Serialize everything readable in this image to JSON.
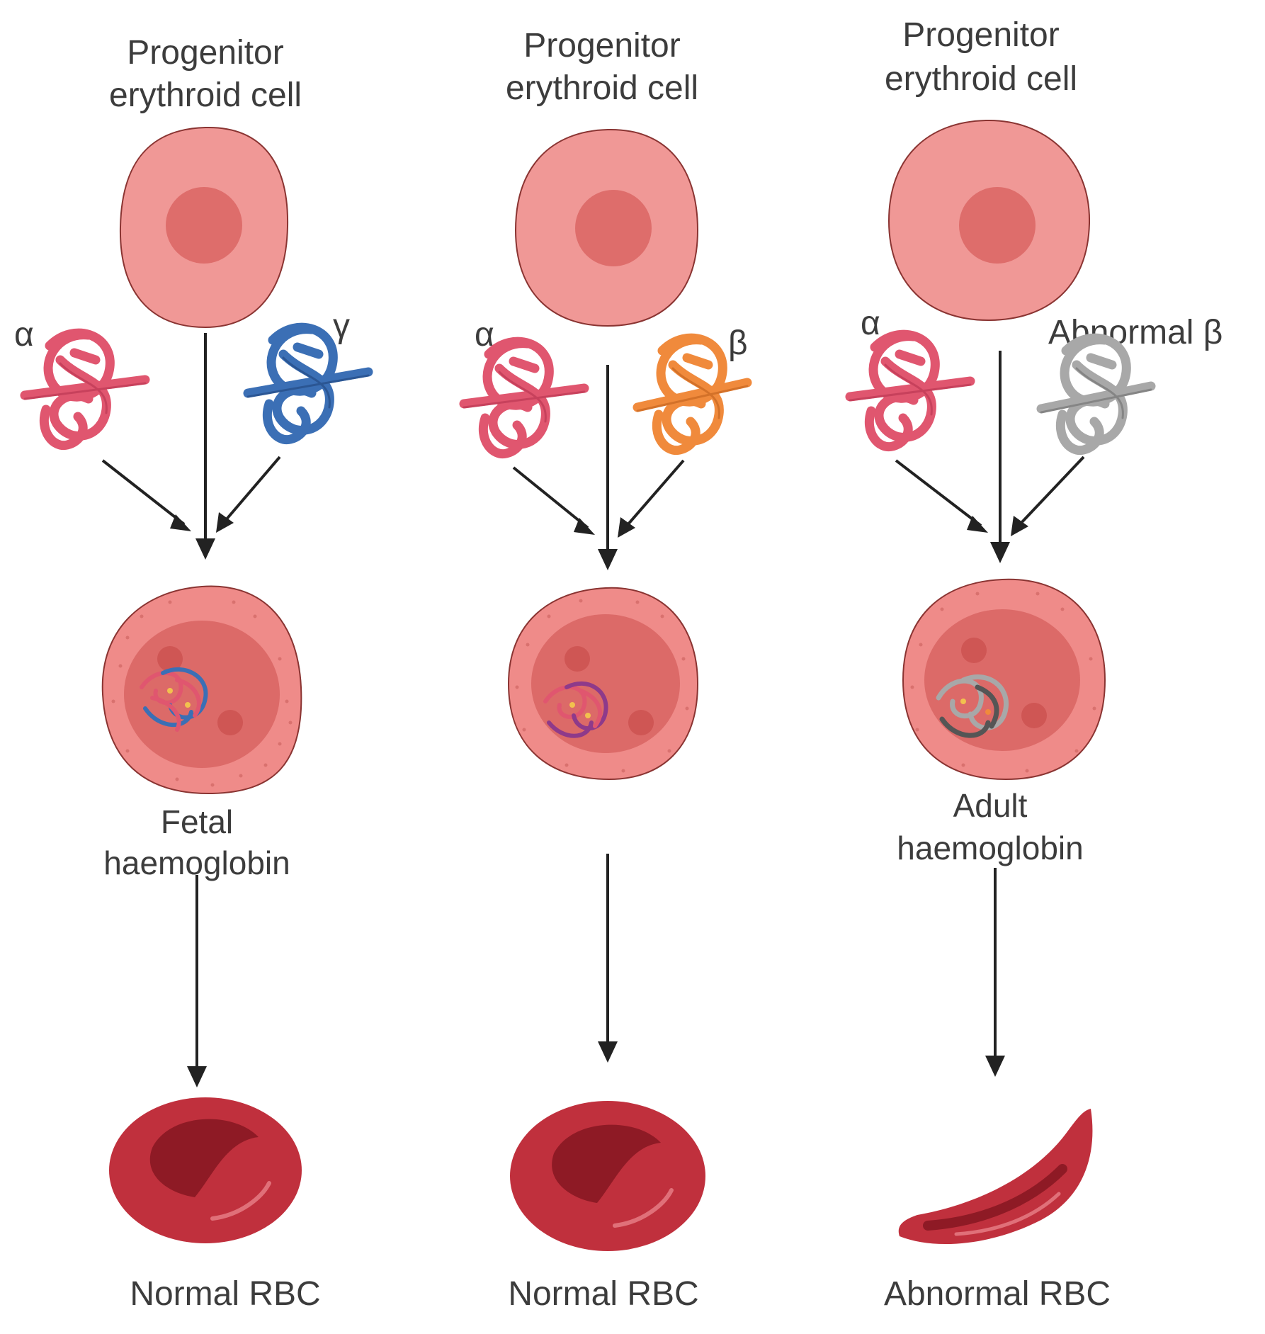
{
  "columns": [
    {
      "title_line1": "Progenitor",
      "title_line2": "erythroid cell",
      "left_chain": "α",
      "right_chain": "γ",
      "haemoglobin_line1": "Fetal",
      "haemoglobin_line2": "haemoglobin",
      "result": "Normal RBC"
    },
    {
      "title_line1": "Progenitor",
      "title_line2": "erythroid cell",
      "left_chain": "α",
      "right_chain": "β",
      "haemoglobin_line1": "",
      "haemoglobin_line2": "",
      "result": "Normal RBC"
    },
    {
      "title_line1": "Progenitor",
      "title_line2": "erythroid cell",
      "left_chain": "α",
      "right_chain": "Abnormal β",
      "haemoglobin_line1": "Adult",
      "haemoglobin_line2": "haemoglobin",
      "result": "Abnormal RBC"
    }
  ],
  "colors": {
    "cell_fill": "#f09896",
    "cell_nucleus": "#de6d6b",
    "cell_stroke": "#8a3432",
    "alpha_chain": "#e0566f",
    "gamma_chain": "#3b6fb5",
    "beta_chain": "#f08a3c",
    "abnormal_beta_chain": "#a8a8a8",
    "rbc": "#c0303d",
    "rbc_dark": "#8e1a25",
    "arrow": "#222222"
  }
}
